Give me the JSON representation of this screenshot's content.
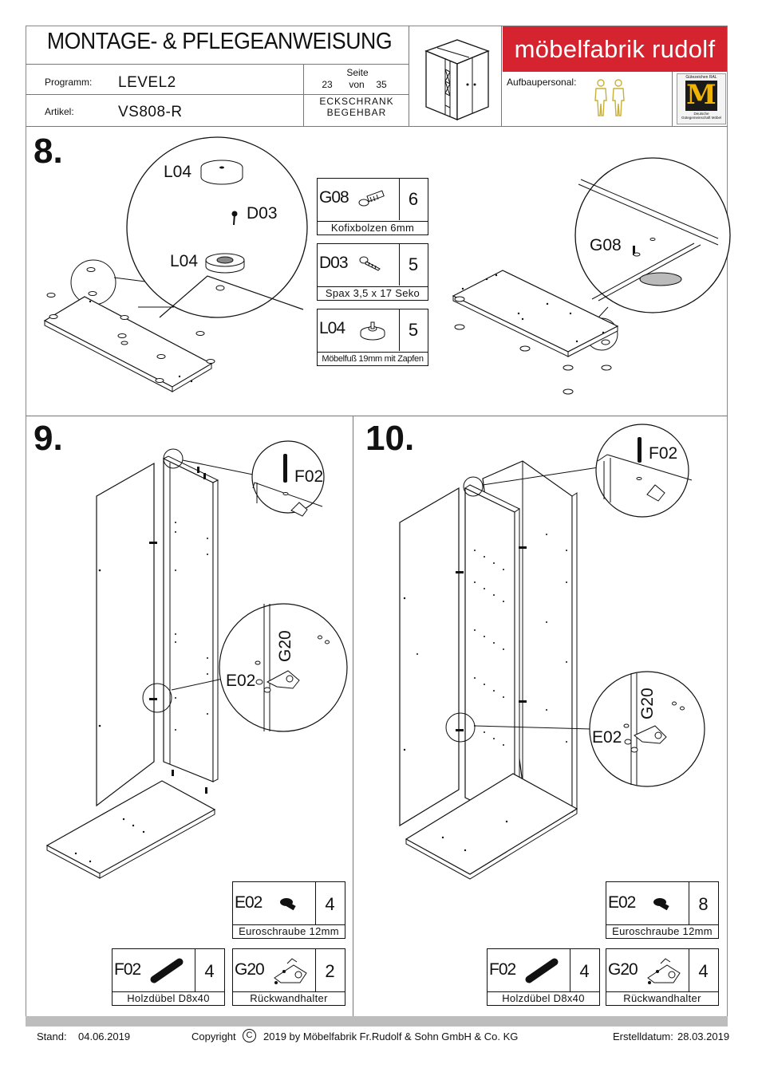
{
  "header": {
    "title": "MONTAGE- & PFLEGEANWEISUNG",
    "programm_label": "Programm:",
    "programm_value": "LEVEL2",
    "artikel_label": "Artikel:",
    "artikel_value": "VS808-R",
    "seite_label": "Seite",
    "page_current": "23",
    "page_von": "von",
    "page_total": "35",
    "product_line1": "ECKSCHRANK",
    "product_line2": "BEGEHBAR",
    "brand": "möbelfabrik rudolf",
    "aufbaupersonal_label": "Aufbaupersonal:",
    "seal_caption_top": "Gütezeichen RAL",
    "seal_letter": "M",
    "seal_caption_bottom": "Deutsche Gütegemeinschaft Möbel"
  },
  "steps": [
    {
      "number": "8.",
      "callouts": [
        "L04",
        "D03",
        "L04",
        "G08"
      ],
      "parts": [
        {
          "code": "G08",
          "qty": "6",
          "desc": "Kofixbolzen 6mm",
          "icon": "kofix-bolt-icon"
        },
        {
          "code": "D03",
          "qty": "5",
          "desc": "Spax  3,5 x 17  Seko",
          "icon": "screw-icon"
        },
        {
          "code": "L04",
          "qty": "5",
          "desc": "Möbelfuß 19mm mit Zapfen",
          "icon": "furniture-foot-icon"
        }
      ]
    },
    {
      "number": "9.",
      "callouts": [
        "F02",
        "G20",
        "E02"
      ],
      "parts": [
        {
          "code": "E02",
          "qty": "4",
          "desc": "Euroschraube 12mm",
          "icon": "euro-screw-icon"
        },
        {
          "code": "F02",
          "qty": "4",
          "desc": "Holzdübel D8x40",
          "icon": "wood-dowel-icon"
        },
        {
          "code": "G20",
          "qty": "2",
          "desc": "Rückwandhalter",
          "icon": "back-wall-holder-icon"
        }
      ]
    },
    {
      "number": "10.",
      "callouts": [
        "F02",
        "G20",
        "E02"
      ],
      "parts": [
        {
          "code": "E02",
          "qty": "8",
          "desc": "Euroschraube 12mm",
          "icon": "euro-screw-icon"
        },
        {
          "code": "F02",
          "qty": "4",
          "desc": "Holzdübel D8x40",
          "icon": "wood-dowel-icon"
        },
        {
          "code": "G20",
          "qty": "4",
          "desc": "Rückwandhalter",
          "icon": "back-wall-holder-icon"
        }
      ]
    }
  ],
  "footer": {
    "stand_label": "Stand:",
    "stand_date": "04.06.2019",
    "copyright_label": "Copyright",
    "copyright_symbol": "C",
    "copyright_text": "2019  by Möbelfabrik Fr.Rudolf & Sohn GmbH & Co. KG",
    "erstell_label": "Erstelldatum:",
    "erstell_date": "28.03.2019"
  },
  "colors": {
    "brand_red": "#d5232f",
    "figure_yellow": "#d8c24a",
    "bar_gray": "#bdbdbd"
  }
}
